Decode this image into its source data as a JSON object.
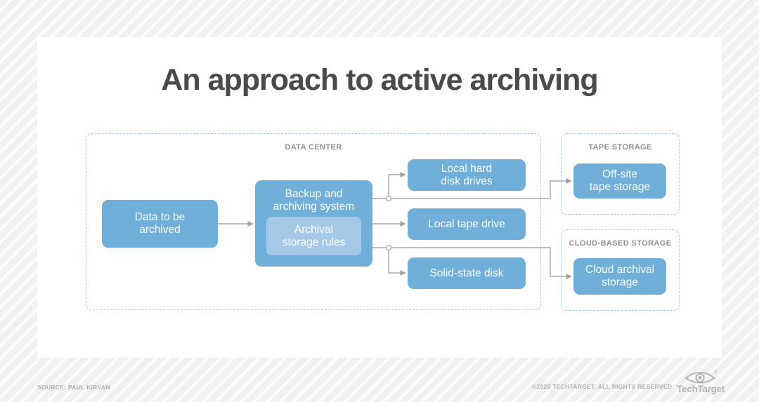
{
  "header": {
    "title": "An approach to active archiving"
  },
  "diagram": {
    "data_center": {
      "label": "DATA CENTER",
      "nodes": {
        "data_to_be_archived": "Data to be\narchived",
        "backup_system": "Backup and\narchiving system",
        "archival_rules": "Archival\nstorage rules",
        "local_hard_disk": "Local hard\ndisk drives",
        "local_tape_drive": "Local tape drive",
        "solid_state_disk": "Solid-state disk"
      }
    },
    "tape_storage": {
      "label": "TAPE STORAGE",
      "nodes": {
        "offsite_tape": "Off-site\ntape storage"
      }
    },
    "cloud_storage": {
      "label": "CLOUD-BASED STORAGE",
      "nodes": {
        "cloud_archival": "Cloud archival\nstorage"
      }
    }
  },
  "colors": {
    "node_blue": "#6fafda",
    "node_inner_blue": "#a4c8e6",
    "dashed_border_blue": "#abcce9",
    "connector_gray": "#a0a2a5",
    "title_gray": "#4a4a4c",
    "section_label_gray": "#8e9093"
  },
  "footer": {
    "source": "SOURCE: PAUL KIRVAN",
    "copyright": "©2020 TECHTARGET. ALL RIGHTS RESERVED",
    "brand": "TechTarget"
  }
}
